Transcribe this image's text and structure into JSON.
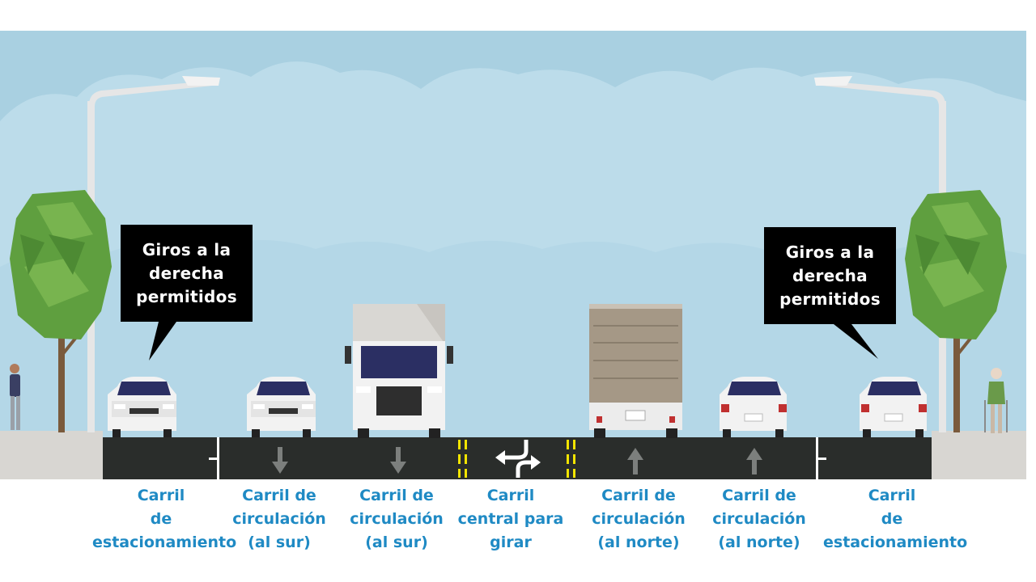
{
  "callouts": [
    {
      "lines": [
        "Giros a la",
        "derecha",
        "permitidos"
      ]
    },
    {
      "lines": [
        "Giros a la",
        "derecha",
        "permitidos"
      ]
    }
  ],
  "lanes": [
    {
      "lines": [
        "Carril",
        "de",
        "estacionamiento"
      ]
    },
    {
      "lines": [
        "Carril de",
        "circulación",
        "(al sur)"
      ]
    },
    {
      "lines": [
        "Carril de",
        "circulación",
        "(al sur)"
      ]
    },
    {
      "lines": [
        "Carril",
        "central para",
        "girar"
      ]
    },
    {
      "lines": [
        "Carril de",
        "circulación",
        "(al norte)"
      ]
    },
    {
      "lines": [
        "Carril de",
        "circulación",
        "(al norte)"
      ]
    },
    {
      "lines": [
        "Carril",
        "de",
        "estacionamiento"
      ]
    }
  ],
  "colors": {
    "sky": "#a9d0e1",
    "cloud": "#bcdcea",
    "road": "#2a2d2b",
    "sidewalk": "#d8d6d2",
    "label": "#1f8ac4",
    "median_line": "#f2e400",
    "tree": "#5f9f3f"
  }
}
